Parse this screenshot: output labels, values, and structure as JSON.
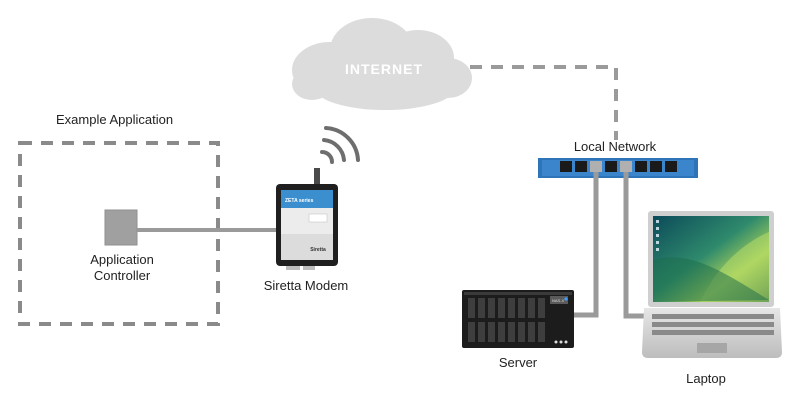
{
  "cloud": {
    "label": "INTERNET",
    "color": "#dcdcdc"
  },
  "example_application": {
    "title": "Example Application",
    "controller_label_line1": "Application",
    "controller_label_line2": "Controller"
  },
  "modem": {
    "label": "Siretta Modem",
    "brand_badge": "ZETA series",
    "brand_logo": "Siretta"
  },
  "local_network": {
    "label": "Local Network",
    "switch_color": "#2d74b8"
  },
  "server": {
    "label": "Server",
    "panel_text": "NAS-X"
  },
  "laptop": {
    "label": "Laptop"
  },
  "colors": {
    "connection": "#9a9a9a",
    "dashed_border": "#8a8a8a"
  },
  "icons": [
    "cloud-icon",
    "wifi-signal-icon",
    "modem-icon",
    "network-switch-icon",
    "server-icon",
    "laptop-icon"
  ]
}
